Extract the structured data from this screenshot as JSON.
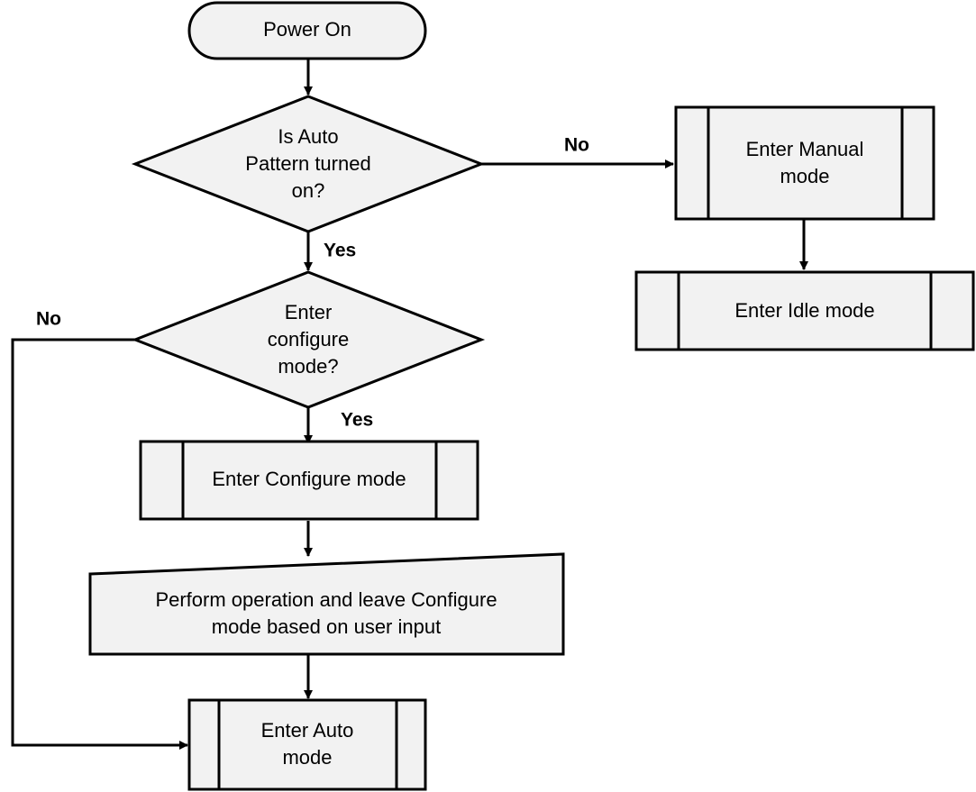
{
  "nodes": {
    "power_on": "Power On",
    "decision_auto_pattern": [
      "Is Auto",
      "Pattern turned",
      "on?"
    ],
    "decision_configure": [
      "Enter",
      "configure",
      "mode?"
    ],
    "enter_configure_mode": "Enter Configure mode",
    "perform_operation": [
      "Perform operation and leave Configure",
      "mode based on user input"
    ],
    "enter_auto_mode": [
      "Enter Auto",
      "mode"
    ],
    "enter_manual_mode": [
      "Enter Manual",
      "mode"
    ],
    "enter_idle_mode": "Enter Idle mode"
  },
  "edges": {
    "auto_pattern_no": "No",
    "auto_pattern_yes": "Yes",
    "configure_no": "No",
    "configure_yes": "Yes"
  },
  "colors": {
    "shape_fill": "#f2f2f2",
    "stroke": "#000000"
  }
}
